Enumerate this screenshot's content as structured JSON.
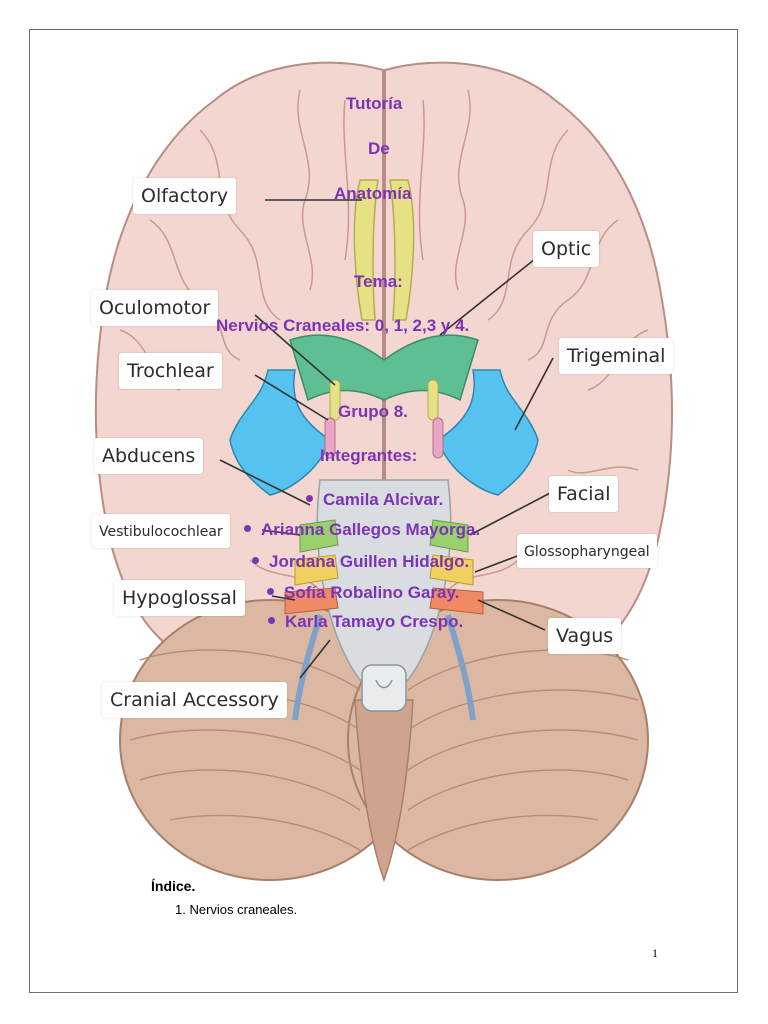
{
  "colors": {
    "cerebrum": "#f2d6cf",
    "cerebrum_outline": "#b78e84",
    "cerebellum": "#dcb8a2",
    "olfactory_nerve": "#e6e184",
    "optic_nerve": "#5ebf93",
    "trigeminal_nerve": "#55c2ef",
    "brainstem": "#d9dde2",
    "title_text": "#7d33b5"
  },
  "nerve_labels": {
    "olfactory": "Olfactory",
    "optic": "Optic",
    "oculomotor": "Oculomotor",
    "trochlear": "Trochlear",
    "trigeminal": "Trigeminal",
    "abducens": "Abducens",
    "facial": "Facial",
    "vestibulocochlear": "Vestibulocochlear",
    "glossopharyngeal": "Glossopharyngeal",
    "hypoglossal": "Hypoglossal",
    "vagus": "Vagus",
    "cranial_accessory": "Cranial Accessory"
  },
  "cover": {
    "title_line1": "Tutoría",
    "title_line2": "De",
    "title_line3": "Anatomía",
    "theme_label": "Tema:",
    "theme_value": "Nervios Craneales: 0, 1, 2,3 y 4.",
    "group": "Grupo 8.",
    "members_label": "Integrantes:",
    "members": [
      "Camila Alcivar.",
      "Arianna Gallegos Mayorga.",
      "Jordana Guillen Hidalgo.",
      "Sofía Robalino Garay.",
      "Karla Tamayo Crespo."
    ]
  },
  "index": {
    "title": "Índice.",
    "items": [
      "1. Nervios craneales."
    ]
  },
  "page_number": "1"
}
